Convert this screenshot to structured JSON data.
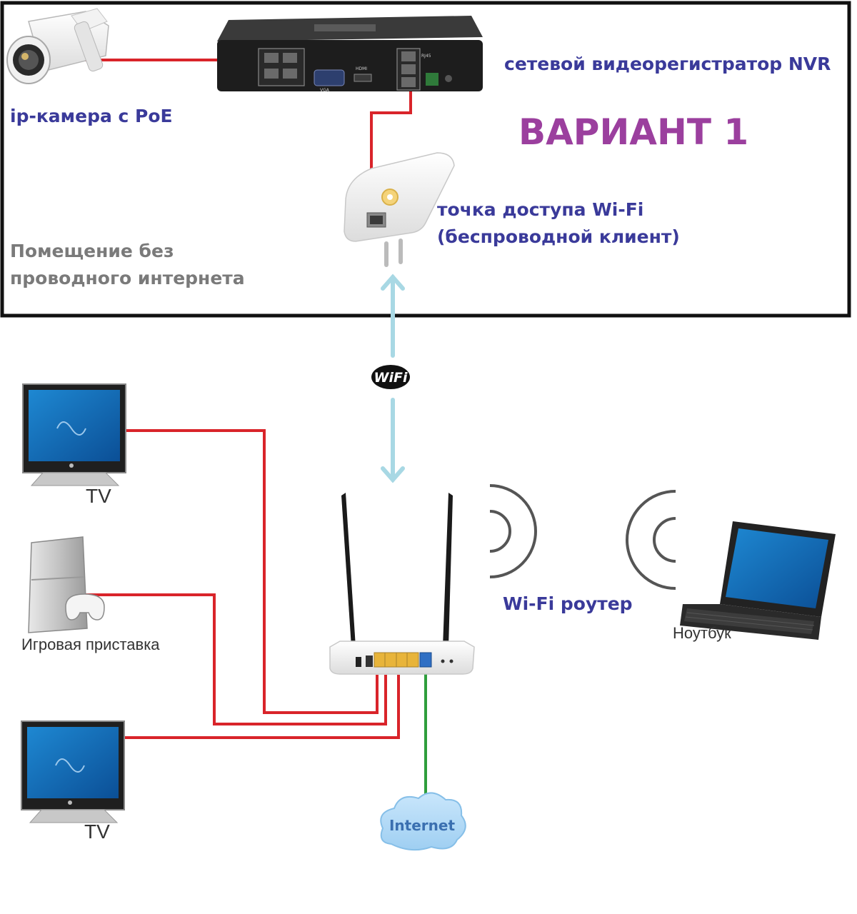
{
  "labels": {
    "ip_camera": "ip-камера с PoE",
    "nvr": "сетевой видеорегистратор NVR",
    "variant": "ВАРИАНТ 1",
    "access_point_line1": "точка доступа Wi-Fi",
    "access_point_line2": "(беспроводной клиент)",
    "room_line1": "Помещение без",
    "room_line2": "проводного интернета",
    "wifi_badge": "WiFi",
    "tv_top": "TV",
    "console": "Игровая приставка",
    "tv_bottom": "TV",
    "router": "Wi-Fi роутер",
    "laptop": "Ноутбук",
    "internet": "Internet"
  },
  "icons": {
    "camera": "ip-camera-icon",
    "nvr": "nvr-icon",
    "access_point": "wifi-access-point-icon",
    "router": "wifi-router-icon",
    "tv": "tv-icon",
    "console": "game-console-icon",
    "laptop": "laptop-icon",
    "cloud": "internet-cloud-icon",
    "wifi": "wifi-logo-icon"
  },
  "colors": {
    "cable": "#d9242a",
    "internet_cable": "#2e9e3c",
    "wifi_link": "#a8d8e4",
    "label_blue": "#3a3a9a",
    "label_gray": "#7a7a7a",
    "variant": "#9b3f9e",
    "frame": "#111111"
  }
}
